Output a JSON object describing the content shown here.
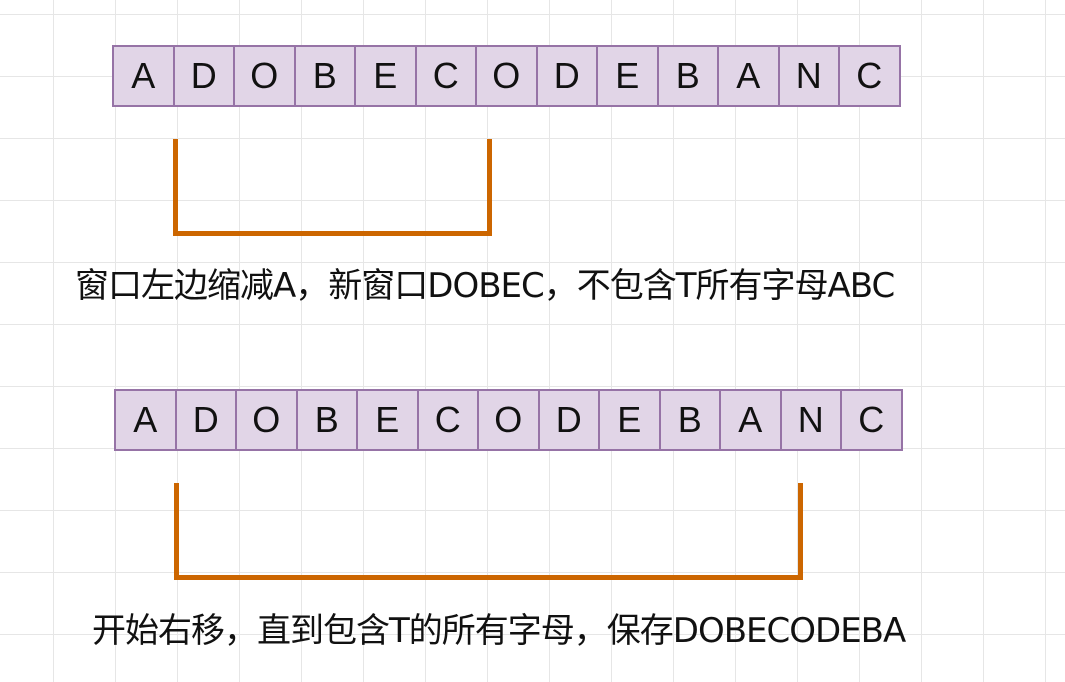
{
  "rows": [
    {
      "cells": [
        "A",
        "D",
        "O",
        "B",
        "E",
        "C",
        "O",
        "D",
        "E",
        "B",
        "A",
        "N",
        "C"
      ],
      "caption": "窗口左边缩减A，新窗口DOBEC，不包含T所有字母ABC"
    },
    {
      "cells": [
        "A",
        "D",
        "O",
        "B",
        "E",
        "C",
        "O",
        "D",
        "E",
        "B",
        "A",
        "N",
        "C"
      ],
      "caption": "开始右移，直到包含T的所有字母，保存DOBECODEBA"
    }
  ],
  "colors": {
    "cell_fill": "#e1d5e7",
    "cell_border": "#9673a6",
    "bracket": "#cc6600",
    "grid": "#e6e6e6"
  }
}
